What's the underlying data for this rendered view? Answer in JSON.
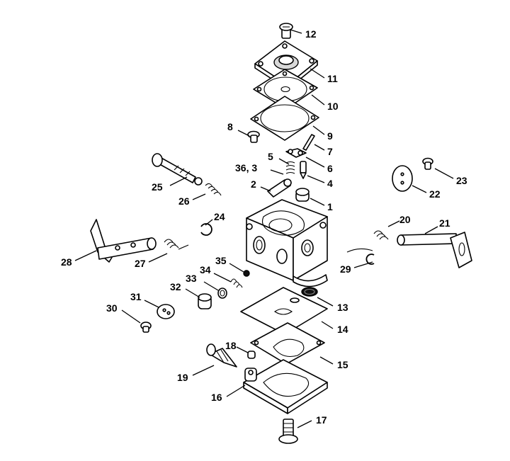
{
  "diagram": {
    "type": "exploded-parts-diagram",
    "callouts": [
      {
        "id": "12",
        "text": "12"
      },
      {
        "id": "11",
        "text": "11"
      },
      {
        "id": "10",
        "text": "10"
      },
      {
        "id": "9",
        "text": "9"
      },
      {
        "id": "8",
        "text": "8"
      },
      {
        "id": "7",
        "text": "7"
      },
      {
        "id": "6",
        "text": "6"
      },
      {
        "id": "5",
        "text": "5"
      },
      {
        "id": "36-3",
        "text": "36, 3"
      },
      {
        "id": "4",
        "text": "4"
      },
      {
        "id": "2",
        "text": "2"
      },
      {
        "id": "1",
        "text": "1"
      },
      {
        "id": "25",
        "text": "25"
      },
      {
        "id": "26",
        "text": "26"
      },
      {
        "id": "24",
        "text": "24"
      },
      {
        "id": "23",
        "text": "23"
      },
      {
        "id": "22",
        "text": "22"
      },
      {
        "id": "20",
        "text": "20"
      },
      {
        "id": "21",
        "text": "21"
      },
      {
        "id": "28",
        "text": "28"
      },
      {
        "id": "27",
        "text": "27"
      },
      {
        "id": "29",
        "text": "29"
      },
      {
        "id": "35",
        "text": "35"
      },
      {
        "id": "34",
        "text": "34"
      },
      {
        "id": "33",
        "text": "33"
      },
      {
        "id": "32",
        "text": "32"
      },
      {
        "id": "31",
        "text": "31"
      },
      {
        "id": "30",
        "text": "30"
      },
      {
        "id": "13",
        "text": "13"
      },
      {
        "id": "14",
        "text": "14"
      },
      {
        "id": "18",
        "text": "18"
      },
      {
        "id": "15",
        "text": "15"
      },
      {
        "id": "19",
        "text": "19"
      },
      {
        "id": "16",
        "text": "16"
      },
      {
        "id": "17",
        "text": "17"
      }
    ]
  }
}
